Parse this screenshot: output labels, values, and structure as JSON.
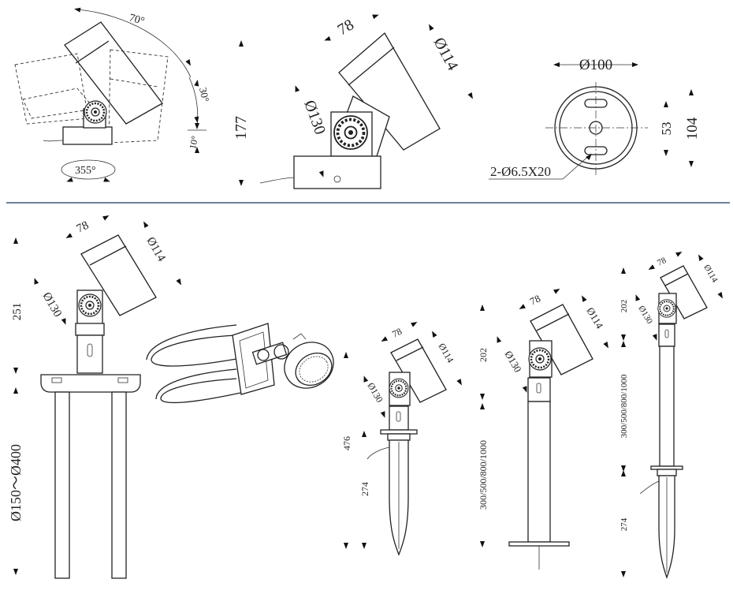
{
  "colors": {
    "line": "#222222",
    "separator": "#6d8299",
    "background": "#ffffff"
  },
  "top_row": {
    "rotation_view": {
      "tilt_up": "70°",
      "tilt_mid": "30°",
      "tilt_down": "10°",
      "rotation": "355°"
    },
    "side_view": {
      "height": "177",
      "width": "78",
      "head_diameter": "Ø114",
      "bracket_diameter": "Ø130"
    },
    "base_view": {
      "diameter": "Ø100",
      "height": "104",
      "offset": "53",
      "holes": "2-Ø6.5X20"
    }
  },
  "bottom_row": {
    "clamp_mount": {
      "width": "78",
      "head_diameter": "Ø114",
      "bracket_diameter": "Ø130",
      "height": "251",
      "clamp_range": "Ø150～Ø400"
    },
    "short_spike": {
      "width": "78",
      "head_diameter": "Ø114",
      "bracket_diameter": "Ø130",
      "total_height": "476",
      "spike_length": "274"
    },
    "pole_mount": {
      "width": "78",
      "head_diameter": "Ø114",
      "bracket_diameter": "Ø130",
      "head_height": "202",
      "pole_options": "300/500/800/1000"
    },
    "pole_spike": {
      "width": "78",
      "head_diameter": "Ø114",
      "bracket_diameter": "Ø130",
      "head_height": "202",
      "pole_options": "300/500/800/1000",
      "spike_length": "274"
    }
  }
}
